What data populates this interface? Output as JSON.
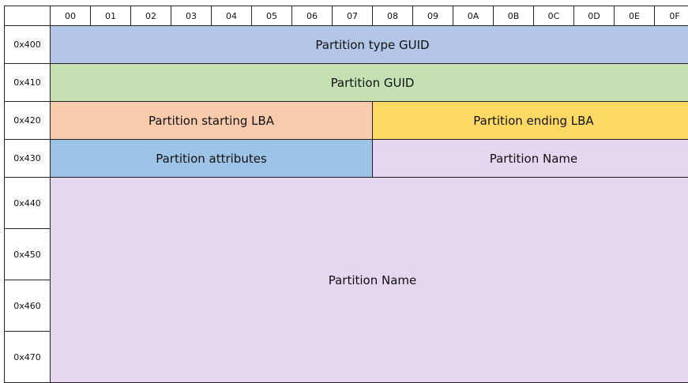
{
  "columns": [
    "00",
    "01",
    "02",
    "03",
    "04",
    "05",
    "06",
    "07",
    "08",
    "09",
    "0A",
    "0B",
    "0C",
    "0D",
    "0E",
    "0F"
  ],
  "rows": [
    "0x400",
    "0x410",
    "0x420",
    "0x430",
    "0x440",
    "0x450",
    "0x460",
    "0x470"
  ],
  "fields": {
    "type_guid": "Partition type GUID",
    "guid": "Partition GUID",
    "start_lba": "Partition starting LBA",
    "end_lba": "Partition ending LBA",
    "attributes": "Partition attributes",
    "name_a": "Partition Name",
    "name_b": "Partition Name"
  },
  "colors": {
    "type_guid": "#b4c6e7",
    "guid": "#c5e0b3",
    "start_lba": "#f8cbad",
    "end_lba": "#ffd966",
    "attributes": "#9dc3e6",
    "name": "#e5d7f0"
  }
}
